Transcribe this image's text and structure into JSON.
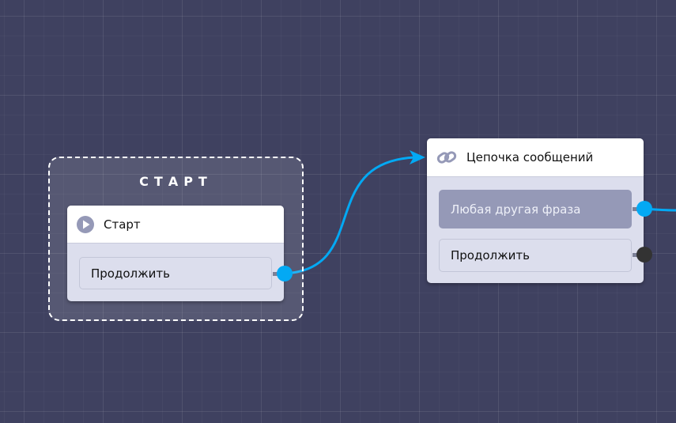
{
  "group": {
    "title": "СТАРТ"
  },
  "start_node": {
    "title": "Старт",
    "icon": "play-icon",
    "button": "Продолжить"
  },
  "chain_node": {
    "title": "Цепочка сообщений",
    "icon": "link-icon",
    "buttons": [
      "Любая другая фраза",
      "Продолжить"
    ]
  },
  "colors": {
    "background": "#3f4160",
    "wire": "#03a9f4",
    "port_unconnected": "#333333",
    "selected_button": "#9599b7"
  }
}
